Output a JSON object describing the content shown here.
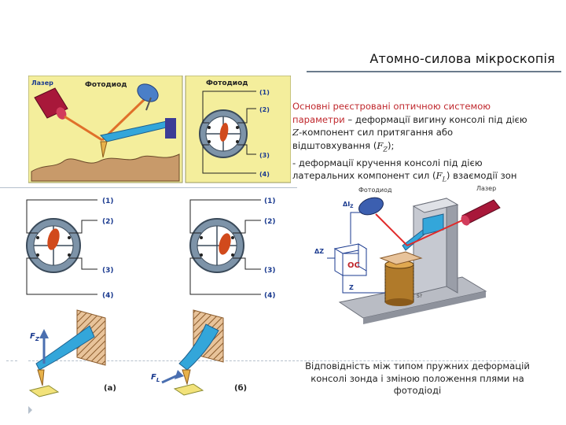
{
  "slide": {
    "title": "Атомно-силова мікроскопія",
    "description": {
      "highlight": "Основні реєстровані оптичною системою параметри",
      "line1_rest": " – деформації вигину консолі під дією ",
      "z_sym": "Z",
      "line1_rest2": "-компонент сил притягання або відштовхування (",
      "fz": "F",
      "fz_sub": "Z",
      "line1_end": ");",
      "line2_a": "- деформації кручення консолі під дією латеральних компонент сил (",
      "fl": "F",
      "fl_sub": "L",
      "line2_b": ") взаємодії зон"
    },
    "caption": "Відповідність між типом пружних деформацій консолі зонда і зміною положення плями на фотодіоді"
  },
  "fig_top": {
    "laser_label": "Лазер",
    "photodiode_label": "Фотодиод",
    "photodiode_label2": "Фотодиод",
    "marks": [
      "(1)",
      "(2)",
      "(3)",
      "(4)"
    ]
  },
  "fig_mid": {
    "marks_a": [
      "(1)",
      "(2)",
      "(3)",
      "(4)"
    ],
    "marks_b": [
      "(1)",
      "(2)",
      "(3)",
      "(4)"
    ]
  },
  "fig_bottom": {
    "fz_label": "F",
    "fz_sub": "Z",
    "fl_label": "F",
    "fl_sub": "L",
    "label_a": "(а)",
    "label_b": "(б)"
  },
  "fig_right": {
    "photodiode": "Фотодиод",
    "laser": "Лазер",
    "dIz": "ΔI",
    "dIz_sub": "Z",
    "dz": "ΔZ",
    "oc": "OC",
    "z": "Z",
    "s": "S?"
  },
  "colors": {
    "panel_yellow": "#f4ee9c",
    "laser_red": "#a8183a",
    "cantilever_blue": "#33a6da",
    "highlight_red": "#c0282d",
    "mark_blue": "#1a3a8f"
  }
}
